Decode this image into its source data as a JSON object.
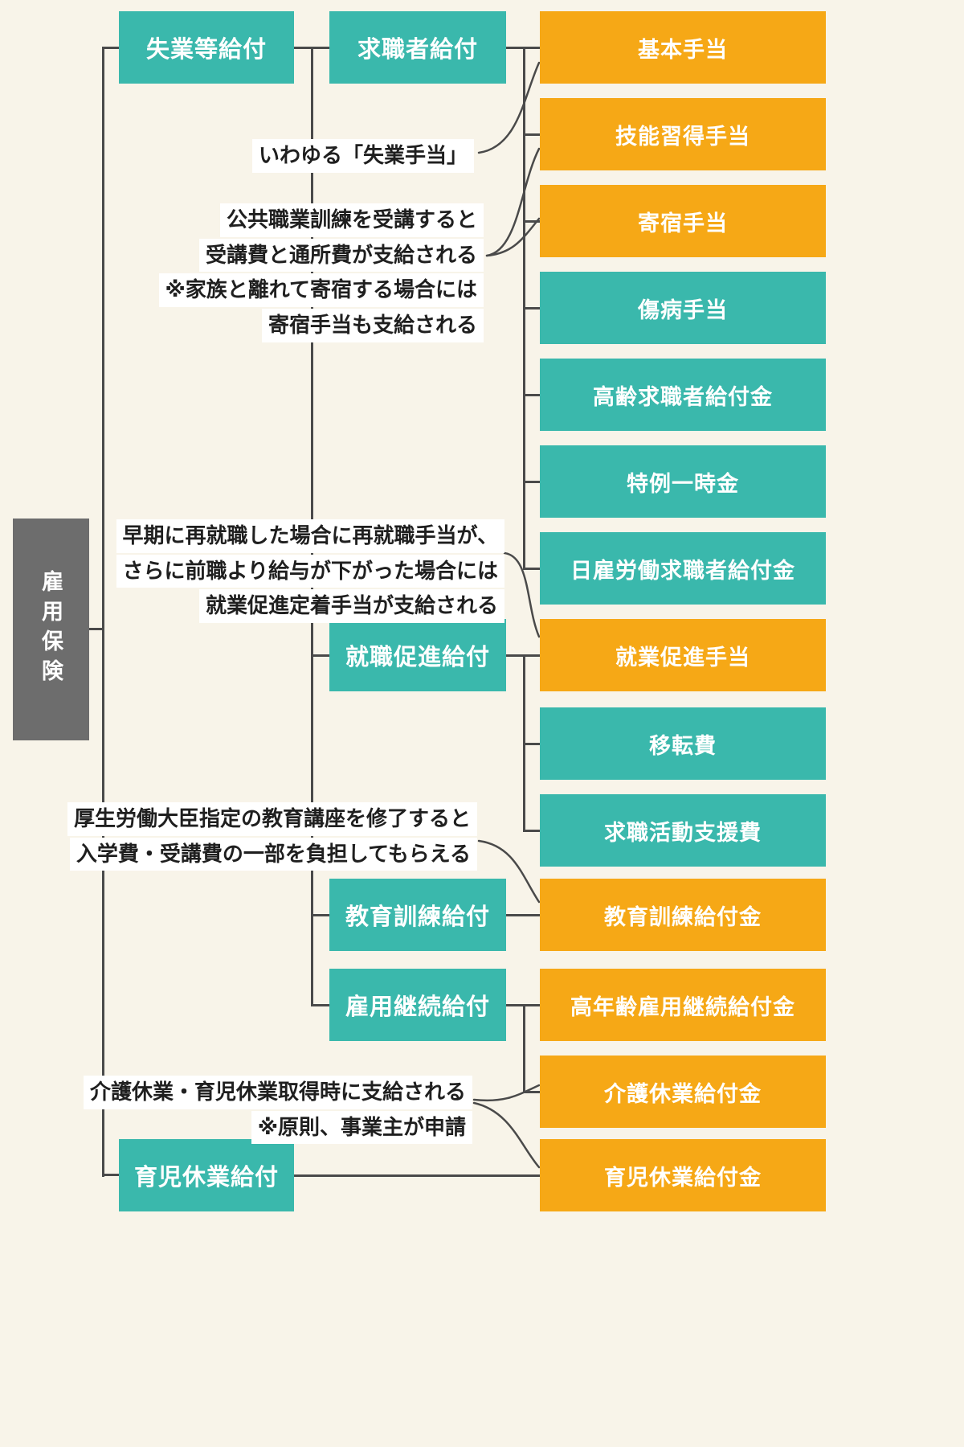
{
  "colors": {
    "teal": "#3ab8ac",
    "orange": "#f6a816",
    "gray": "#6d6d6d",
    "background": "#f8f4e9",
    "line": "#4a4a4a",
    "box_text": "#ffffff",
    "annotation_text": "#1f1f1f",
    "annotation_bg": "#ffffff"
  },
  "root": {
    "label": "雇用保険",
    "color": "gray"
  },
  "branches": [
    {
      "label": "失業等給付",
      "color": "teal"
    },
    {
      "label": "育児休業給付",
      "color": "teal"
    }
  ],
  "categories": [
    {
      "label": "求職者給付",
      "color": "teal"
    },
    {
      "label": "就職促進給付",
      "color": "teal"
    },
    {
      "label": "教育訓練給付",
      "color": "teal"
    },
    {
      "label": "雇用継続給付",
      "color": "teal"
    }
  ],
  "leaves": [
    {
      "label": "基本手当",
      "color": "orange"
    },
    {
      "label": "技能習得手当",
      "color": "orange"
    },
    {
      "label": "寄宿手当",
      "color": "orange"
    },
    {
      "label": "傷病手当",
      "color": "teal"
    },
    {
      "label": "高齢求職者給付金",
      "color": "teal"
    },
    {
      "label": "特例一時金",
      "color": "teal"
    },
    {
      "label": "日雇労働求職者給付金",
      "color": "teal"
    },
    {
      "label": "就業促進手当",
      "color": "orange"
    },
    {
      "label": "移転費",
      "color": "teal"
    },
    {
      "label": "求職活動支援費",
      "color": "teal"
    },
    {
      "label": "教育訓練給付金",
      "color": "orange"
    },
    {
      "label": "高年齢雇用継続給付金",
      "color": "orange"
    },
    {
      "label": "介護休業給付金",
      "color": "orange"
    },
    {
      "label": "育児休業給付金",
      "color": "orange"
    }
  ],
  "annotations": [
    {
      "lines": [
        "いわゆる「失業手当」"
      ]
    },
    {
      "lines": [
        "公共職業訓練を受講すると",
        "受講費と通所費が支給される",
        "※家族と離れて寄宿する場合には",
        "寄宿手当も支給される"
      ]
    },
    {
      "lines": [
        "早期に再就職した場合に再就職手当が、",
        "さらに前職より給与が下がった場合には",
        "就業促進定着手当が支給される"
      ]
    },
    {
      "lines": [
        "厚生労働大臣指定の教育講座を修了すると",
        "入学費・受講費の一部を負担してもらえる"
      ]
    },
    {
      "lines": [
        "介護休業・育児休業取得時に支給される",
        "※原則、事業主が申請"
      ]
    }
  ]
}
